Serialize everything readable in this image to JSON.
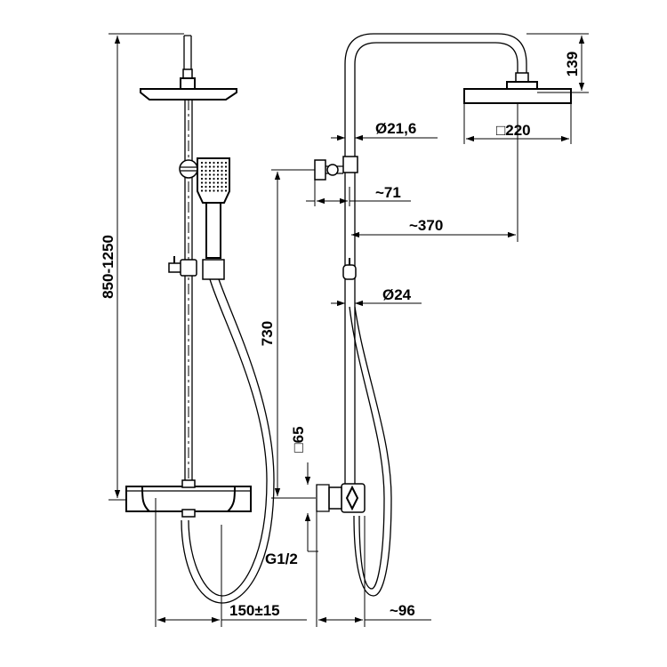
{
  "dimensions": {
    "height_range": "850-1250",
    "top_height": "139",
    "pipe_diameter_top": "Ø21,6",
    "head_size": "□220",
    "offset_71": "~71",
    "reach_370": "~370",
    "pipe_diameter_bottom": "Ø24",
    "inlet_height": "730",
    "inlet_square": "□65",
    "thread": "G1/2",
    "inlet_spacing": "150±15",
    "wall_offset_96": "~96"
  }
}
